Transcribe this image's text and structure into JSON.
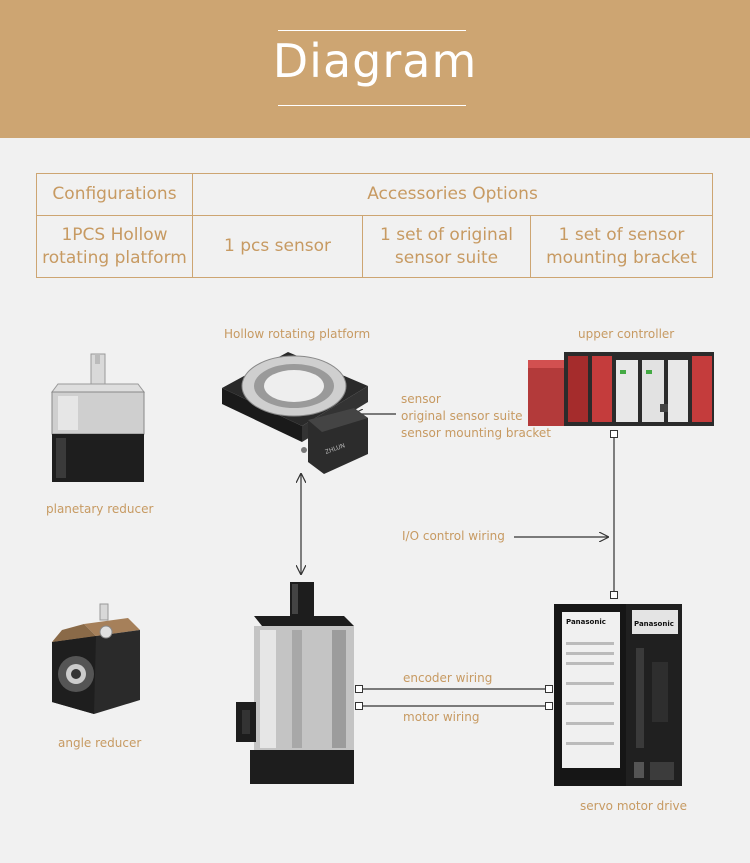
{
  "header": {
    "title": "Diagram"
  },
  "table": {
    "config_header": "Configurations",
    "options_header": "Accessories Options",
    "config_value_line1": "1PCS Hollow",
    "config_value_line2": "rotating platform",
    "option1": "1 pcs sensor",
    "option2_line1": "1 set of original",
    "option2_line2": "sensor suite",
    "option3_line1": "1 set of sensor",
    "option3_line2": "mounting bracket"
  },
  "labels": {
    "hollow_platform": "Hollow rotating platform",
    "upper_controller": "upper controller",
    "sensor": "sensor",
    "original_sensor_suite": "original sensor suite",
    "sensor_mounting_bracket": "sensor mounting bracket",
    "planetary_reducer": "planetary reducer",
    "io_wiring": "I/O control wiring",
    "encoder_wiring": "encoder wiring",
    "motor_wiring": "motor wiring",
    "angle_reducer": "angle reducer",
    "servo_drive": "servo motor drive"
  },
  "drive_brand": "Panasonic",
  "colors": {
    "gold": "#cda572",
    "label": "#c79a62",
    "line": "#333333"
  }
}
